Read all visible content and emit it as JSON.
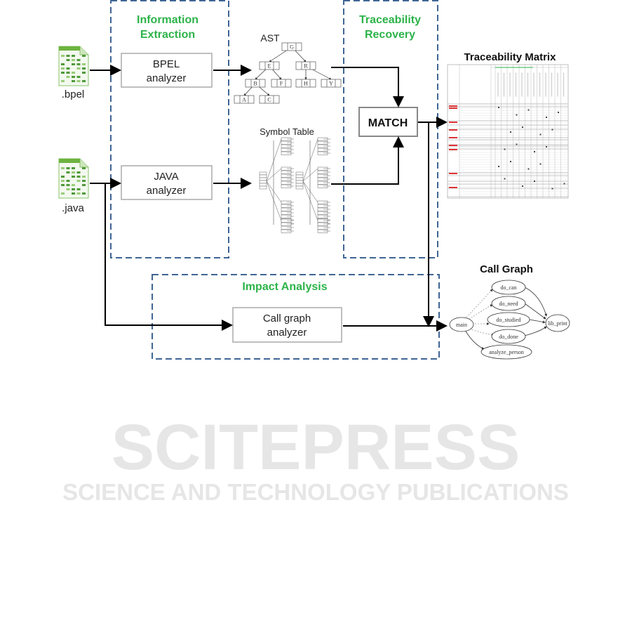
{
  "watermark": {
    "main": "SCITEPRESS",
    "sub": "SCIENCE AND TECHNOLOGY PUBLICATIONS"
  },
  "inputs": {
    "bpel": ".bpel",
    "java": ".java"
  },
  "sections": {
    "info_extraction": [
      "Information",
      "Extraction"
    ],
    "traceability_recovery": [
      "Traceability",
      "Recovery"
    ],
    "impact_analysis": "Impact Analysis"
  },
  "analyzers": {
    "bpel": [
      "BPEL",
      "analyzer"
    ],
    "java": [
      "JAVA",
      "analyzer"
    ],
    "callgraph": [
      "Call graph",
      "analyzer"
    ]
  },
  "match": "MATCH",
  "artifacts": {
    "ast": "AST",
    "symbol_table": "Symbol Table"
  },
  "outputs": {
    "traceability_matrix": "Traceability Matrix",
    "call_graph": "Call Graph"
  },
  "ast_nodes": [
    "G",
    "E",
    "R",
    "B",
    "F",
    "H",
    "Y",
    "A",
    "C"
  ],
  "call_graph_nodes": [
    "main",
    "do_can",
    "do_need",
    "do_studied",
    "do_done",
    "lib_print",
    "analyze_person"
  ],
  "colors": {
    "dashed_border": "#3f6594",
    "section_title": "#2db34a"
  }
}
